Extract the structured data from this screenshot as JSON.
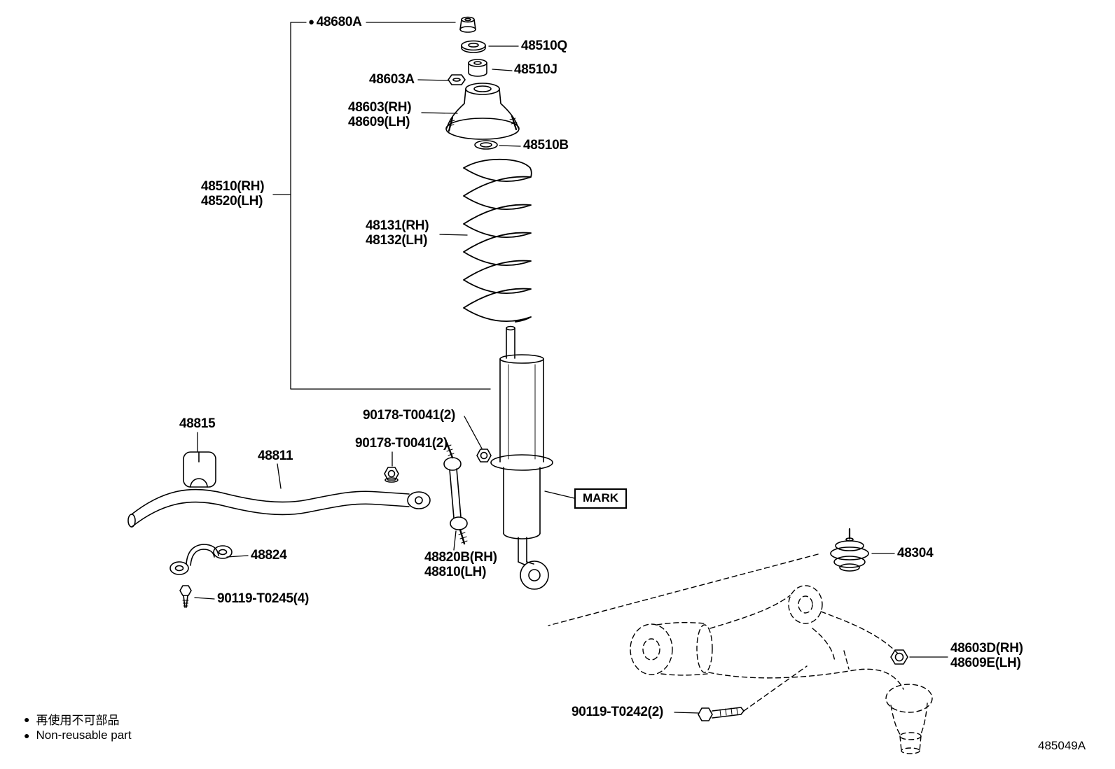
{
  "doc": {
    "code": "485049A"
  },
  "bullets": {
    "dot": "●"
  },
  "legend": {
    "jp": "再使用不可部品",
    "en": "Non-reusable part"
  },
  "labels": {
    "l48680A": "48680A",
    "l48510Q": "48510Q",
    "l48510J": "48510J",
    "l48603A": "48603A",
    "l48603RH": "48603(RH)",
    "l48609LH": "48609(LH)",
    "l48510B": "48510B",
    "l48510RH": "48510(RH)",
    "l48520LH": "48520(LH)",
    "l48131RH": "48131(RH)",
    "l48132LH": "48132(LH)",
    "l90178top": "90178-T0041(2)",
    "l90178side": "90178-T0041(2)",
    "l48815": "48815",
    "l48811": "48811",
    "l48824": "48824",
    "l90119T0245": "90119-T0245(4)",
    "l48820BRH": "48820B(RH)",
    "l48810LH": "48810(LH)",
    "mark": "MARK",
    "l48304": "48304",
    "l48603DRH": "48603D(RH)",
    "l48609ELH": "48609E(LH)",
    "l90119T0242": "90119-T0242(2)"
  }
}
